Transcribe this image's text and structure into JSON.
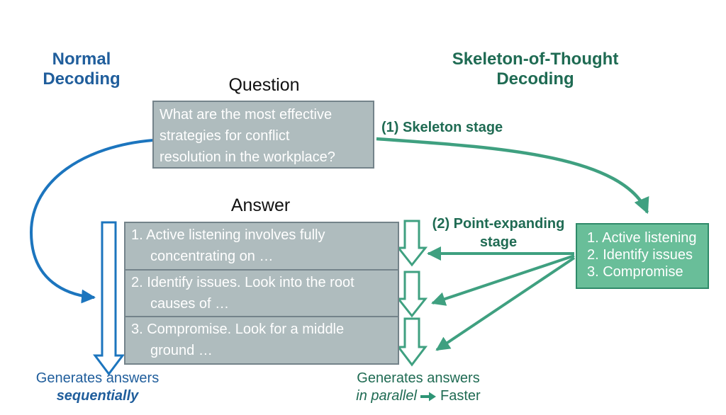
{
  "titles": {
    "normal": "Normal\nDecoding",
    "sot": "Skeleton-of-Thought\nDecoding"
  },
  "question": {
    "label": "Question",
    "text": "What are the most effective\nstrategies for conflict\nresolution in the workplace?"
  },
  "answer": {
    "label": "Answer",
    "rows": [
      "1. Active listening involves fully\nconcentrating on …",
      "2. Identify issues. Look into the root\ncauses of …",
      "3. Compromise. Look for a middle\nground …"
    ]
  },
  "skeleton_box": {
    "text": "1. Active listening\n2. Identify issues\n3. Compromise"
  },
  "stages": {
    "stage1": "(1) Skeleton stage",
    "stage2": "(2) Point-expanding\nstage"
  },
  "captions": {
    "left_line1": "Generates answers",
    "left_line2": "sequentially",
    "right_line1": "Generates answers",
    "right_line2_italic": "in parallel",
    "right_line2_rest": "Faster"
  },
  "icons": {
    "faster_arrow": "arrow-right-icon"
  },
  "colors": {
    "blue": "#1C75BE",
    "blue_text": "#205E9C",
    "green": "#3FA080",
    "green_text": "#1F6B53",
    "green_box_fill": "#69BE99",
    "green_box_border": "#2F8A69",
    "gray_box_fill": "#AFBCBE",
    "gray_box_border": "#74838A"
  }
}
